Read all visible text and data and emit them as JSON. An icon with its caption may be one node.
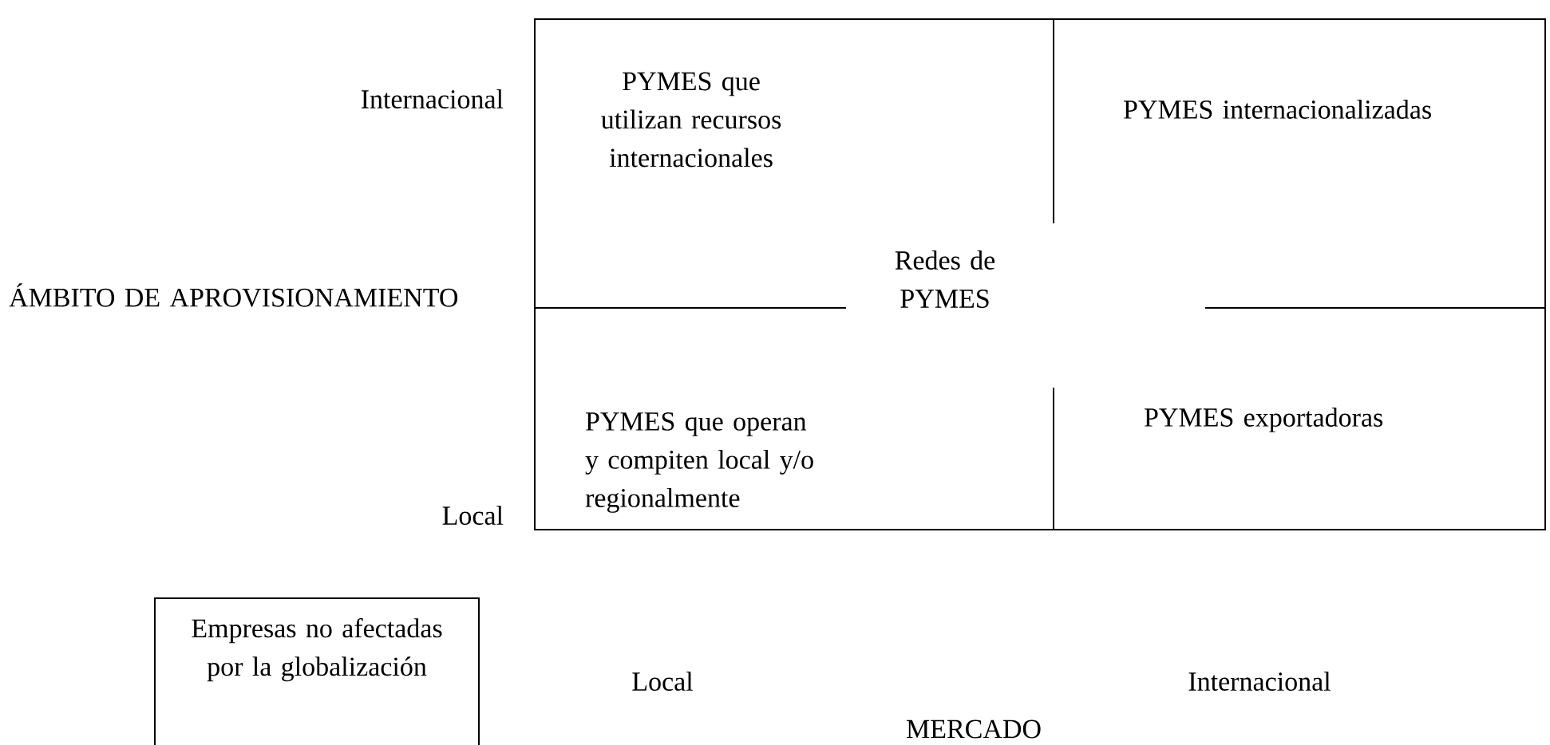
{
  "diagram": {
    "nodes": [
      {
        "text": [
          "PYMES que utilizan recursos internacionales",
          "PYMES internacionalizadas",
          "Redes de PYMES",
          "PYMES que operan y compiten local y/o regionalmente",
          "PYMES exportadoras"
        ]
      },
      {
        "text": [
          "Empresas no afectadas por la globalización"
        ]
      }
    ],
    "labels": [
      "Internacional",
      "ÁMBITO DE APROVISIONAMIENTO",
      "Local",
      "Local",
      "Internacional",
      "MERCADO"
    ]
  }
}
